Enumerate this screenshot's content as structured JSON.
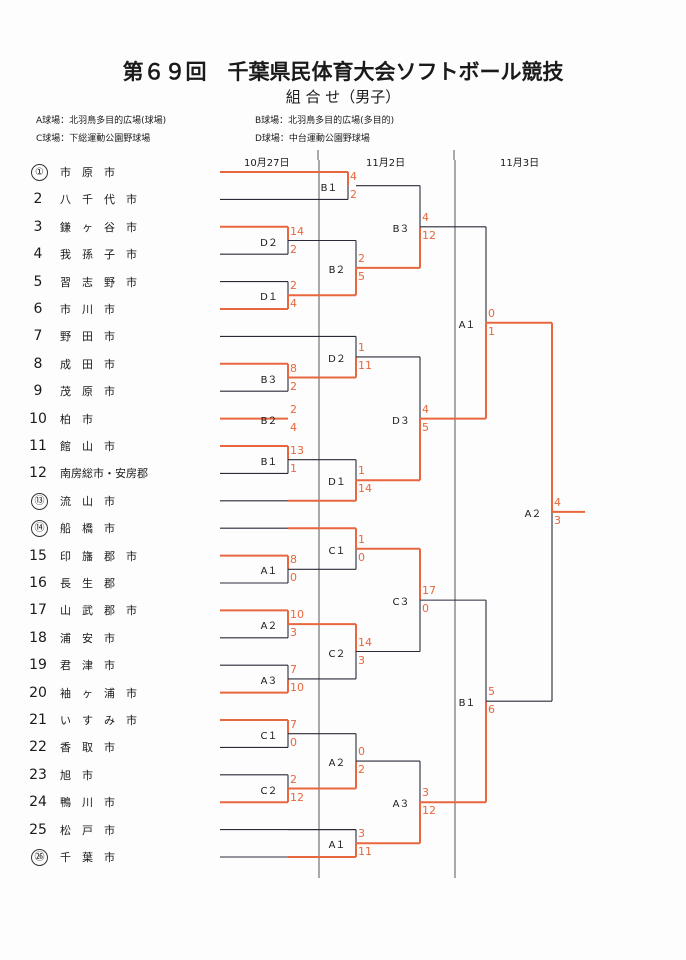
{
  "title": "第６９回　千葉県民体育大会ソフトボール競技",
  "subtitle": "組 合 せ（男子）",
  "venues": [
    "A球場：北羽鳥多目的広場(球場)",
    "B球場：北羽鳥多目的広場(多目的)",
    "C球場：下総運動公園野球場",
    "D球場：中台運動公園野球場"
  ],
  "dates": [
    "10月27日",
    "11月2日",
    "11月3日"
  ],
  "teams": [
    {
      "num": "①",
      "name": "市　原　市"
    },
    {
      "num": "2",
      "name": "八　千　代　市"
    },
    {
      "num": "3",
      "name": "鎌　ヶ　谷　市"
    },
    {
      "num": "4",
      "name": "我　孫　子　市"
    },
    {
      "num": "5",
      "name": "習　志　野　市"
    },
    {
      "num": "6",
      "name": "市　川　市"
    },
    {
      "num": "7",
      "name": "野　田　市"
    },
    {
      "num": "8",
      "name": "成　田　市"
    },
    {
      "num": "9",
      "name": "茂　原　市"
    },
    {
      "num": "10",
      "name": "柏　市"
    },
    {
      "num": "11",
      "name": "館　山　市"
    },
    {
      "num": "12",
      "name": "南房総市・安房郡"
    },
    {
      "num": "⑬",
      "name": "流　山　市"
    },
    {
      "num": "⑭",
      "name": "船　橋　市"
    },
    {
      "num": "15",
      "name": "印　旛　郡　市"
    },
    {
      "num": "16",
      "name": "長　生　郡"
    },
    {
      "num": "17",
      "name": "山　武　郡　市"
    },
    {
      "num": "18",
      "name": "浦　安　市"
    },
    {
      "num": "19",
      "name": "君　津　市"
    },
    {
      "num": "20",
      "name": "袖　ヶ　浦　市"
    },
    {
      "num": "21",
      "name": "い　す　み　市"
    },
    {
      "num": "22",
      "name": "香　取　市"
    },
    {
      "num": "23",
      "name": "旭　市"
    },
    {
      "num": "24",
      "name": "鴨　川　市"
    },
    {
      "num": "25",
      "name": "松　戸　市"
    },
    {
      "num": "㉖",
      "name": "千　葉　市"
    }
  ],
  "matches": [
    {
      "id": "B1a",
      "label": "B１",
      "scores": [
        "4",
        "2"
      ]
    },
    {
      "id": "D2a",
      "label": "D２",
      "scores": [
        "14",
        "2"
      ]
    },
    {
      "id": "D1a",
      "label": "D１",
      "scores": [
        "2",
        "4"
      ]
    },
    {
      "id": "B3a",
      "label": "B３",
      "scores": [
        "8",
        "2"
      ]
    },
    {
      "id": "B2a",
      "label": "B２",
      "scores": [
        "2",
        "4"
      ]
    },
    {
      "id": "B1b",
      "label": "B１",
      "scores": [
        "13",
        "1"
      ]
    },
    {
      "id": "A1a",
      "label": "A１",
      "scores": [
        "8",
        "0"
      ]
    },
    {
      "id": "A2a",
      "label": "A２",
      "scores": [
        "10",
        "3"
      ]
    },
    {
      "id": "A3a",
      "label": "A３",
      "scores": [
        "7",
        "10"
      ]
    },
    {
      "id": "C1a",
      "label": "C１",
      "scores": [
        "7",
        "0"
      ]
    },
    {
      "id": "C2a",
      "label": "C２",
      "scores": [
        "2",
        "12"
      ]
    },
    {
      "id": "B2b",
      "label": "B２",
      "scores": [
        "2",
        "5"
      ]
    },
    {
      "id": "D2b",
      "label": "D２",
      "scores": [
        "1",
        "11"
      ]
    },
    {
      "id": "D1b",
      "label": "D１",
      "scores": [
        "1",
        "14"
      ]
    },
    {
      "id": "C1b",
      "label": "C１",
      "scores": [
        "1",
        "0"
      ]
    },
    {
      "id": "C2b",
      "label": "C２",
      "scores": [
        "14",
        "3"
      ]
    },
    {
      "id": "A2b",
      "label": "A２",
      "scores": [
        "0",
        "2"
      ]
    },
    {
      "id": "A1b",
      "label": "A１",
      "scores": [
        "3",
        "11"
      ]
    },
    {
      "id": "B3b",
      "label": "B３",
      "scores": [
        "4",
        "12"
      ]
    },
    {
      "id": "D3",
      "label": "D３",
      "scores": [
        "4",
        "5"
      ]
    },
    {
      "id": "C3",
      "label": "C３",
      "scores": [
        "17",
        "0"
      ]
    },
    {
      "id": "A3b",
      "label": "A３",
      "scores": [
        "3",
        "12"
      ]
    },
    {
      "id": "A1c",
      "label": "A１",
      "scores": [
        "0",
        "1"
      ]
    },
    {
      "id": "B1c",
      "label": "B１",
      "scores": [
        "5",
        "6"
      ]
    },
    {
      "id": "A2c",
      "label": "A２",
      "scores": [
        "4",
        "3"
      ]
    }
  ],
  "colors": {
    "winner": "#e8673e",
    "line": "#2a2a3a",
    "divider": "#555555"
  }
}
